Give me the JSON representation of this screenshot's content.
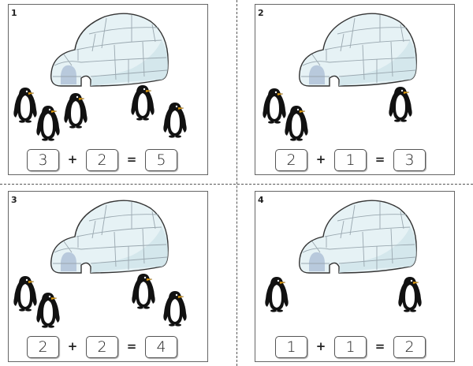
{
  "page": {
    "cards": [
      {
        "number": "1",
        "penguin_count": 5,
        "equation": {
          "addend1": "3",
          "plus": "+",
          "addend2": "2",
          "equals": "=",
          "sum": "5"
        }
      },
      {
        "number": "2",
        "penguin_count": 3,
        "equation": {
          "addend1": "2",
          "plus": "+",
          "addend2": "1",
          "equals": "=",
          "sum": "3"
        }
      },
      {
        "number": "3",
        "penguin_count": 4,
        "equation": {
          "addend1": "2",
          "plus": "+",
          "addend2": "2",
          "equals": "=",
          "sum": "4"
        }
      },
      {
        "number": "4",
        "penguin_count": 2,
        "equation": {
          "addend1": "1",
          "plus": "+",
          "addend2": "1",
          "equals": "=",
          "sum": "2"
        }
      }
    ],
    "icons": {
      "igloo": "igloo-icon",
      "penguin": "penguin-icon"
    },
    "colors": {
      "igloo_fill": "#e6f2f5",
      "igloo_shade": "#cfe3ea",
      "igloo_door": "#b8c9dc",
      "penguin_body": "#111111",
      "penguin_beak": "#e8a317",
      "border": "#666666",
      "cut_line": "#555555"
    }
  }
}
